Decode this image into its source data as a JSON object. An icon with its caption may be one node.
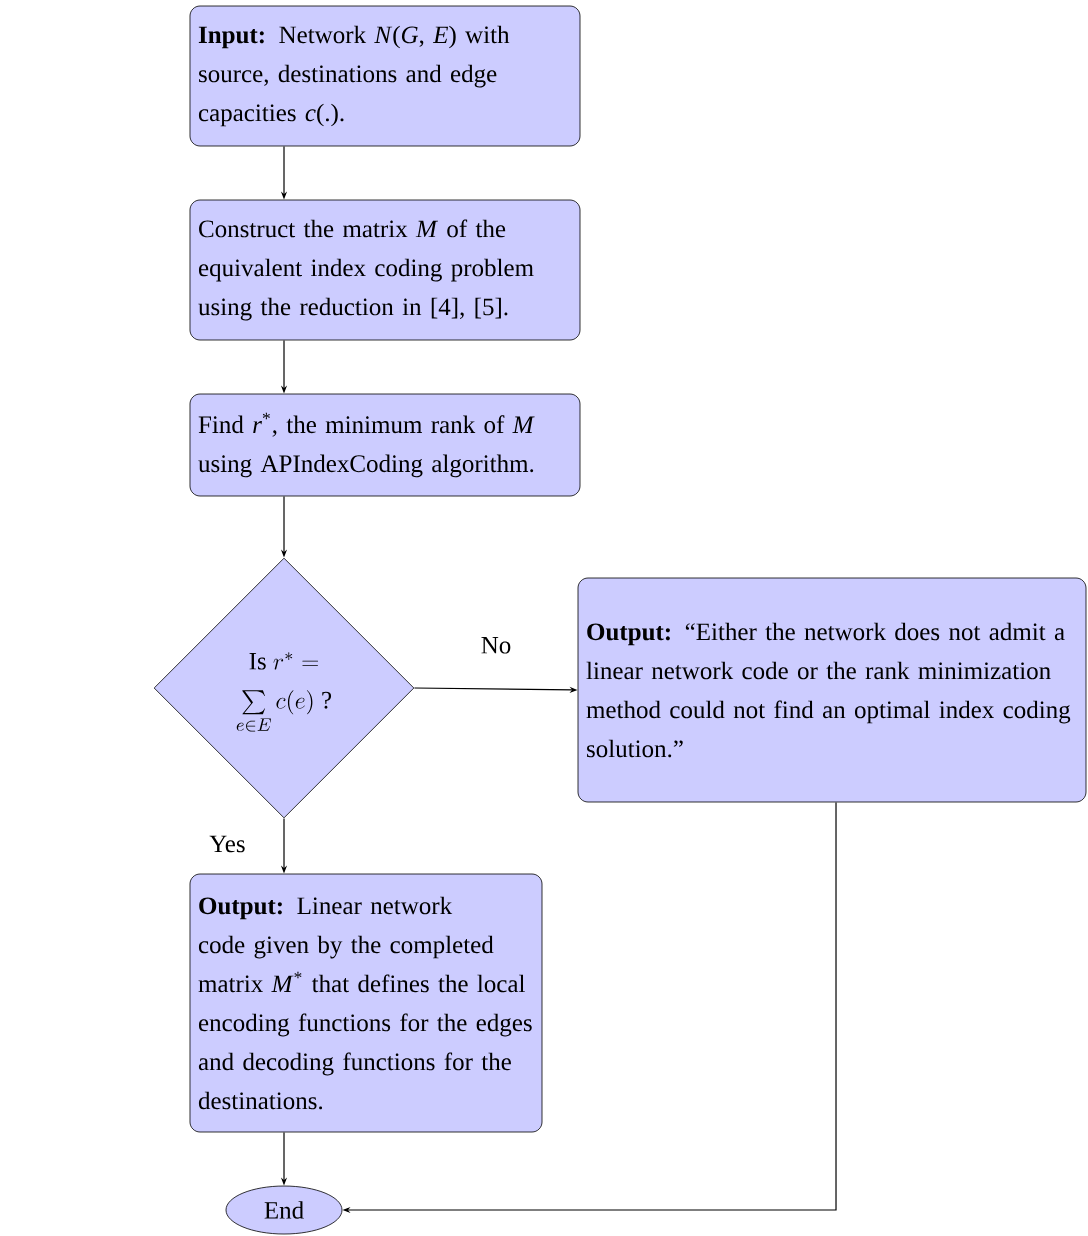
{
  "diagram": {
    "nodes": [
      {
        "text": [
          "**Input:** Network *N*(*G*, *E*) with source, destinations and edge capacities *c*(.)."
        ]
      },
      {
        "text": [
          "Construct the matrix *M* of the equivalent index coding problem using the reduction in [4], [5]."
        ]
      },
      {
        "text": [
          "Find *r*$^{*}$, the minimum rank of *M* using APIndexCoding algorithm."
        ]
      },
      {
        "text": [
          "\\begin{array}{c}\\text{Is } r^* =\\\\ \\sum\\limits_{e\\in E} c(e)\\ \\text{?}\\end{array}"
        ]
      },
      {
        "text": [
          "**Output:** “Either the network does not admit a linear network code or the rank minimization method could not find an optimal index coding solution.”"
        ]
      },
      {
        "text": [
          "**Output:** Linear network code given by the completed matrix *M*$^{*}$ that defines the local encoding functions for the edges and decoding functions for the destinations."
        ]
      },
      {
        "text": [
          "End"
        ]
      }
    ],
    "edges": [
      {
        "from": 0,
        "to": 1,
        "arrow": "to"
      },
      {
        "from": 1,
        "to": 2,
        "arrow": "to"
      },
      {
        "from": 2,
        "to": 3,
        "arrow": "to"
      },
      {
        "from": 3,
        "to": 4,
        "arrow": "to",
        "label": "No"
      },
      {
        "from": 3,
        "to": 5,
        "arrow": "to",
        "label": "Yes"
      },
      {
        "from": 5,
        "to": 6,
        "arrow": "to"
      },
      {
        "from": 4,
        "to": 6,
        "arrow": "to"
      }
    ]
  }
}
